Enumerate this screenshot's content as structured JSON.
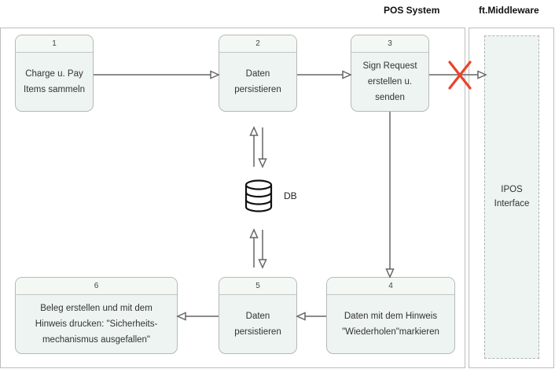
{
  "headers": {
    "pos_system": "POS System",
    "middleware": "ft.Middleware"
  },
  "nodes": [
    {
      "number": "1",
      "text": "Charge u. Pay\nItems sammeln"
    },
    {
      "number": "2",
      "text": "Daten\npersistieren"
    },
    {
      "number": "3",
      "text": "Sign Request\nerstellen u.\nsenden"
    },
    {
      "number": "4",
      "text": "Daten mit dem Hinweis\n\"Wiederholen\"markieren"
    },
    {
      "number": "5",
      "text": "Daten\npersistieren"
    },
    {
      "number": "6",
      "text": "Beleg erstellen und mit dem\nHinweis drucken: \"Sicherheits-\nmechanismus ausgefallen\""
    }
  ],
  "database": {
    "label": "DB",
    "icon": "database-icon"
  },
  "ipos": {
    "label": "IPOS\nInterface"
  },
  "colors": {
    "node_fill": "#edf4f1",
    "edge": "#666666",
    "error": "#e8432a"
  }
}
